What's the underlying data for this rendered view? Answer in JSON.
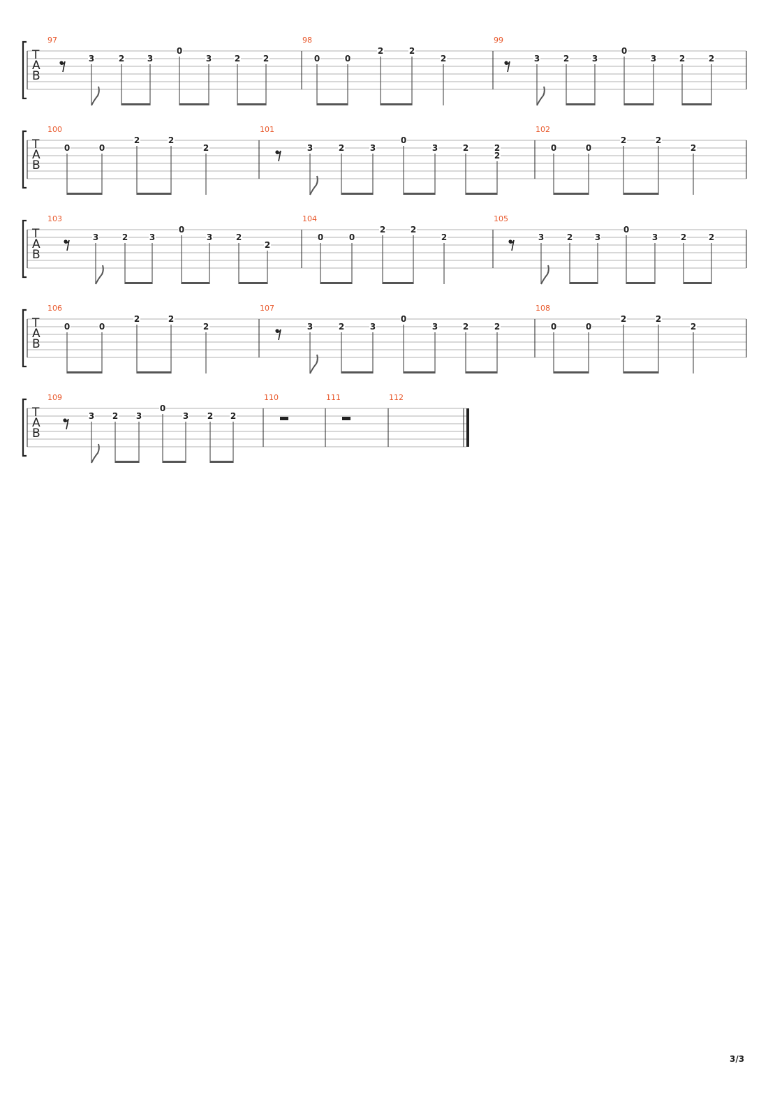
{
  "page": {
    "number_label": "3/3"
  },
  "colors": {
    "measure_number": "#e8572a",
    "staff_line": "#b0b0b0",
    "ink": "#222222",
    "stem": "#555555"
  },
  "clef": {
    "letters": [
      "T",
      "A",
      "B"
    ]
  },
  "systems": [
    {
      "measures": [
        {
          "number": "97",
          "beats": [
            {
              "rest": true,
              "stem": "flag"
            },
            {
              "notes": [
                {
                  "s": 1,
                  "f": "3"
                }
              ],
              "stem": "flag"
            },
            {
              "notes": [
                {
                  "s": 1,
                  "f": "2"
                }
              ],
              "stem": "beam"
            },
            {
              "notes": [
                {
                  "s": 1,
                  "f": "3"
                }
              ],
              "stem": "beam"
            },
            {
              "notes": [
                {
                  "s": 0,
                  "f": "0"
                }
              ],
              "stem": "beam"
            },
            {
              "notes": [
                {
                  "s": 1,
                  "f": "3"
                }
              ],
              "stem": "beam"
            },
            {
              "notes": [
                {
                  "s": 1,
                  "f": "2"
                }
              ],
              "stem": "beam"
            },
            {
              "notes": [
                {
                  "s": 1,
                  "f": "2"
                }
              ],
              "stem": "beam"
            }
          ]
        },
        {
          "number": "98",
          "beats": [
            {
              "notes": [
                {
                  "s": 1,
                  "f": "0"
                }
              ],
              "stem": "beam"
            },
            {
              "notes": [
                {
                  "s": 1,
                  "f": "0"
                }
              ],
              "stem": "beam"
            },
            {
              "notes": [
                {
                  "s": 0,
                  "f": "2"
                }
              ],
              "stem": "beam"
            },
            {
              "notes": [
                {
                  "s": 0,
                  "f": "2"
                }
              ],
              "stem": "beam"
            },
            {
              "notes": [
                {
                  "s": 1,
                  "f": "2"
                }
              ],
              "stem": "plain"
            }
          ]
        },
        {
          "number": "99",
          "beats": [
            {
              "rest": true,
              "stem": "flag"
            },
            {
              "notes": [
                {
                  "s": 1,
                  "f": "3"
                }
              ],
              "stem": "flag"
            },
            {
              "notes": [
                {
                  "s": 1,
                  "f": "2"
                }
              ],
              "stem": "beam"
            },
            {
              "notes": [
                {
                  "s": 1,
                  "f": "3"
                }
              ],
              "stem": "beam"
            },
            {
              "notes": [
                {
                  "s": 0,
                  "f": "0"
                }
              ],
              "stem": "beam"
            },
            {
              "notes": [
                {
                  "s": 1,
                  "f": "3"
                }
              ],
              "stem": "beam"
            },
            {
              "notes": [
                {
                  "s": 1,
                  "f": "2"
                }
              ],
              "stem": "beam"
            },
            {
              "notes": [
                {
                  "s": 1,
                  "f": "2"
                }
              ],
              "stem": "beam"
            }
          ]
        }
      ]
    },
    {
      "measures": [
        {
          "number": "100",
          "beats": [
            {
              "notes": [
                {
                  "s": 1,
                  "f": "0"
                }
              ],
              "stem": "beam"
            },
            {
              "notes": [
                {
                  "s": 1,
                  "f": "0"
                }
              ],
              "stem": "beam"
            },
            {
              "notes": [
                {
                  "s": 0,
                  "f": "2"
                }
              ],
              "stem": "beam"
            },
            {
              "notes": [
                {
                  "s": 0,
                  "f": "2"
                }
              ],
              "stem": "beam"
            },
            {
              "notes": [
                {
                  "s": 1,
                  "f": "2"
                }
              ],
              "stem": "plain"
            }
          ]
        },
        {
          "number": "101",
          "beats": [
            {
              "rest": true,
              "stem": "flag"
            },
            {
              "notes": [
                {
                  "s": 1,
                  "f": "3"
                }
              ],
              "stem": "flag"
            },
            {
              "notes": [
                {
                  "s": 1,
                  "f": "2"
                }
              ],
              "stem": "beam"
            },
            {
              "notes": [
                {
                  "s": 1,
                  "f": "3"
                }
              ],
              "stem": "beam"
            },
            {
              "notes": [
                {
                  "s": 0,
                  "f": "0"
                }
              ],
              "stem": "beam"
            },
            {
              "notes": [
                {
                  "s": 1,
                  "f": "3"
                }
              ],
              "stem": "beam"
            },
            {
              "notes": [
                {
                  "s": 1,
                  "f": "2"
                }
              ],
              "stem": "beam"
            },
            {
              "notes": [
                {
                  "s": 1,
                  "f": "2"
                },
                {
                  "s": 2,
                  "f": "2"
                }
              ],
              "stem": "beam"
            }
          ]
        },
        {
          "number": "102",
          "beats": [
            {
              "notes": [
                {
                  "s": 1,
                  "f": "0"
                }
              ],
              "stem": "beam"
            },
            {
              "notes": [
                {
                  "s": 1,
                  "f": "0"
                }
              ],
              "stem": "beam"
            },
            {
              "notes": [
                {
                  "s": 0,
                  "f": "2"
                }
              ],
              "stem": "beam"
            },
            {
              "notes": [
                {
                  "s": 0,
                  "f": "2"
                }
              ],
              "stem": "beam"
            },
            {
              "notes": [
                {
                  "s": 1,
                  "f": "2"
                }
              ],
              "stem": "plain"
            }
          ]
        }
      ]
    },
    {
      "measures": [
        {
          "number": "103",
          "beats": [
            {
              "rest": true,
              "stem": "flag"
            },
            {
              "notes": [
                {
                  "s": 1,
                  "f": "3"
                }
              ],
              "stem": "flag"
            },
            {
              "notes": [
                {
                  "s": 1,
                  "f": "2"
                }
              ],
              "stem": "beam"
            },
            {
              "notes": [
                {
                  "s": 1,
                  "f": "3"
                }
              ],
              "stem": "beam"
            },
            {
              "notes": [
                {
                  "s": 0,
                  "f": "0"
                }
              ],
              "stem": "beam"
            },
            {
              "notes": [
                {
                  "s": 1,
                  "f": "3"
                }
              ],
              "stem": "beam"
            },
            {
              "notes": [
                {
                  "s": 1,
                  "f": "2"
                }
              ],
              "stem": "beam"
            },
            {
              "notes": [
                {
                  "s": 2,
                  "f": "2"
                }
              ],
              "stem": "beam"
            }
          ]
        },
        {
          "number": "104",
          "beats": [
            {
              "notes": [
                {
                  "s": 1,
                  "f": "0"
                }
              ],
              "stem": "beam"
            },
            {
              "notes": [
                {
                  "s": 1,
                  "f": "0"
                }
              ],
              "stem": "beam"
            },
            {
              "notes": [
                {
                  "s": 0,
                  "f": "2"
                }
              ],
              "stem": "beam"
            },
            {
              "notes": [
                {
                  "s": 0,
                  "f": "2"
                }
              ],
              "stem": "beam"
            },
            {
              "notes": [
                {
                  "s": 1,
                  "f": "2"
                }
              ],
              "stem": "plain"
            }
          ]
        },
        {
          "number": "105",
          "beats": [
            {
              "rest": true,
              "stem": "flag"
            },
            {
              "notes": [
                {
                  "s": 1,
                  "f": "3"
                }
              ],
              "stem": "flag"
            },
            {
              "notes": [
                {
                  "s": 1,
                  "f": "2"
                }
              ],
              "stem": "beam"
            },
            {
              "notes": [
                {
                  "s": 1,
                  "f": "3"
                }
              ],
              "stem": "beam"
            },
            {
              "notes": [
                {
                  "s": 0,
                  "f": "0"
                }
              ],
              "stem": "beam"
            },
            {
              "notes": [
                {
                  "s": 1,
                  "f": "3"
                }
              ],
              "stem": "beam"
            },
            {
              "notes": [
                {
                  "s": 1,
                  "f": "2"
                }
              ],
              "stem": "beam"
            },
            {
              "notes": [
                {
                  "s": 1,
                  "f": "2"
                }
              ],
              "stem": "beam"
            }
          ]
        }
      ]
    },
    {
      "measures": [
        {
          "number": "106",
          "beats": [
            {
              "notes": [
                {
                  "s": 1,
                  "f": "0"
                }
              ],
              "stem": "beam"
            },
            {
              "notes": [
                {
                  "s": 1,
                  "f": "0"
                }
              ],
              "stem": "beam"
            },
            {
              "notes": [
                {
                  "s": 0,
                  "f": "2"
                }
              ],
              "stem": "beam"
            },
            {
              "notes": [
                {
                  "s": 0,
                  "f": "2"
                }
              ],
              "stem": "beam"
            },
            {
              "notes": [
                {
                  "s": 1,
                  "f": "2"
                }
              ],
              "stem": "plain"
            }
          ]
        },
        {
          "number": "107",
          "beats": [
            {
              "rest": true,
              "stem": "flag"
            },
            {
              "notes": [
                {
                  "s": 1,
                  "f": "3"
                }
              ],
              "stem": "flag"
            },
            {
              "notes": [
                {
                  "s": 1,
                  "f": "2"
                }
              ],
              "stem": "beam"
            },
            {
              "notes": [
                {
                  "s": 1,
                  "f": "3"
                }
              ],
              "stem": "beam"
            },
            {
              "notes": [
                {
                  "s": 0,
                  "f": "0"
                }
              ],
              "stem": "beam"
            },
            {
              "notes": [
                {
                  "s": 1,
                  "f": "3"
                }
              ],
              "stem": "beam"
            },
            {
              "notes": [
                {
                  "s": 1,
                  "f": "2"
                }
              ],
              "stem": "beam"
            },
            {
              "notes": [
                {
                  "s": 1,
                  "f": "2"
                }
              ],
              "stem": "beam"
            }
          ]
        },
        {
          "number": "108",
          "beats": [
            {
              "notes": [
                {
                  "s": 1,
                  "f": "0"
                }
              ],
              "stem": "beam"
            },
            {
              "notes": [
                {
                  "s": 1,
                  "f": "0"
                }
              ],
              "stem": "beam"
            },
            {
              "notes": [
                {
                  "s": 0,
                  "f": "2"
                }
              ],
              "stem": "beam"
            },
            {
              "notes": [
                {
                  "s": 0,
                  "f": "2"
                }
              ],
              "stem": "beam"
            },
            {
              "notes": [
                {
                  "s": 1,
                  "f": "2"
                }
              ],
              "stem": "plain"
            }
          ]
        }
      ]
    },
    {
      "measures": [
        {
          "number": "109",
          "beats": [
            {
              "rest": true,
              "stem": "flag"
            },
            {
              "notes": [
                {
                  "s": 1,
                  "f": "3"
                }
              ],
              "stem": "flag"
            },
            {
              "notes": [
                {
                  "s": 1,
                  "f": "2"
                }
              ],
              "stem": "beam"
            },
            {
              "notes": [
                {
                  "s": 1,
                  "f": "3"
                }
              ],
              "stem": "beam"
            },
            {
              "notes": [
                {
                  "s": 0,
                  "f": "0"
                }
              ],
              "stem": "beam"
            },
            {
              "notes": [
                {
                  "s": 1,
                  "f": "3"
                }
              ],
              "stem": "beam"
            },
            {
              "notes": [
                {
                  "s": 1,
                  "f": "2"
                }
              ],
              "stem": "beam"
            },
            {
              "notes": [
                {
                  "s": 1,
                  "f": "2"
                }
              ],
              "stem": "beam"
            }
          ]
        },
        {
          "number": "110",
          "whole_rest": true,
          "beats": []
        },
        {
          "number": "111",
          "whole_rest": true,
          "beats": []
        },
        {
          "number": "112",
          "beats": [],
          "final": true
        }
      ]
    }
  ]
}
